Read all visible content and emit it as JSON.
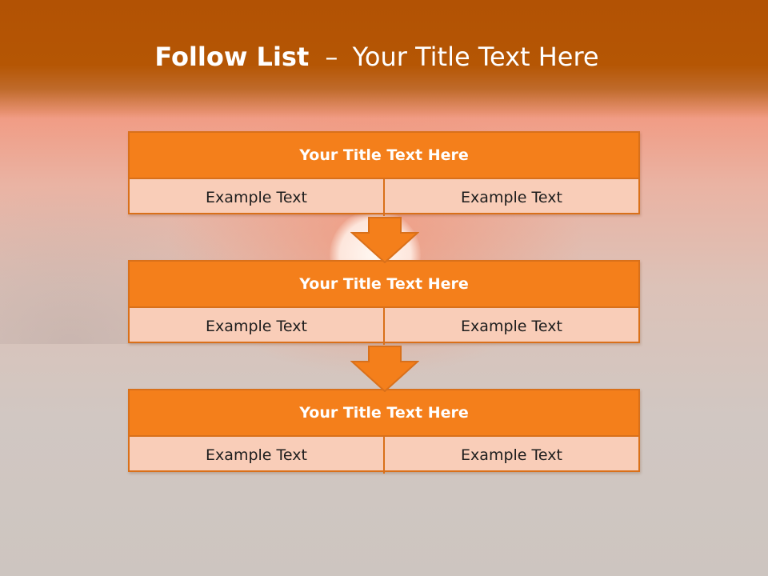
{
  "slide": {
    "title_bold": "Follow List",
    "title_separator": "–",
    "title_rest": "Your Title Text Here"
  },
  "blocks": [
    {
      "title": "Your Title Text Here",
      "left": "Example Text",
      "right": "Example Text"
    },
    {
      "title": "Your Title Text Here",
      "left": "Example Text",
      "right": "Example Text"
    },
    {
      "title": "Your Title Text Here",
      "left": "Example Text",
      "right": "Example Text"
    }
  ],
  "colors": {
    "header": "#b55604",
    "block_title": "#f47f1b",
    "block_body": "#f9cdb8",
    "border": "#d9701a"
  },
  "icons": [
    "down-arrow-icon",
    "down-arrow-icon"
  ]
}
